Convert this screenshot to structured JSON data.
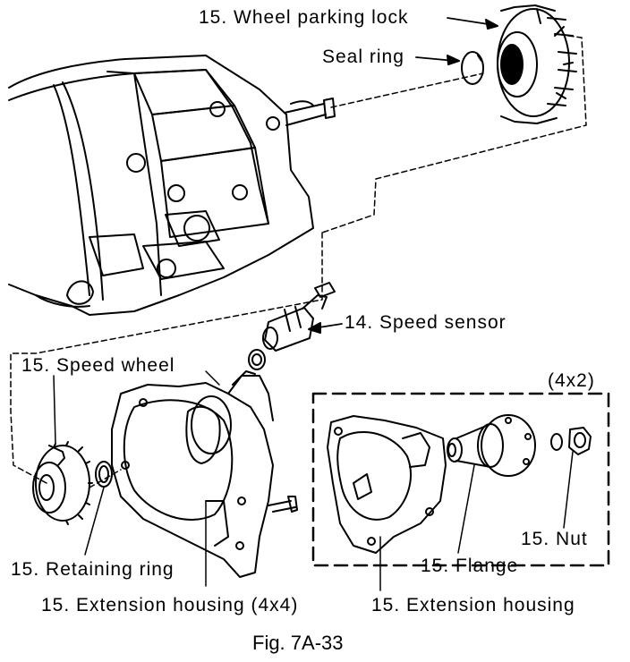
{
  "labels": {
    "wheel_parking_lock": "15. Wheel parking lock",
    "seal_ring": "Seal ring",
    "speed_sensor": "14. Speed sensor",
    "speed_wheel": "15. Speed wheel",
    "variant_4x2": "(4x2)",
    "retaining_ring": "15. Retaining ring",
    "nut": "15. Nut",
    "flange": "15. Flange",
    "extension_housing_4x4": "15. Extension housing (4x4)",
    "extension_housing": "15. Extension housing"
  },
  "caption": "Fig. 7A-33"
}
